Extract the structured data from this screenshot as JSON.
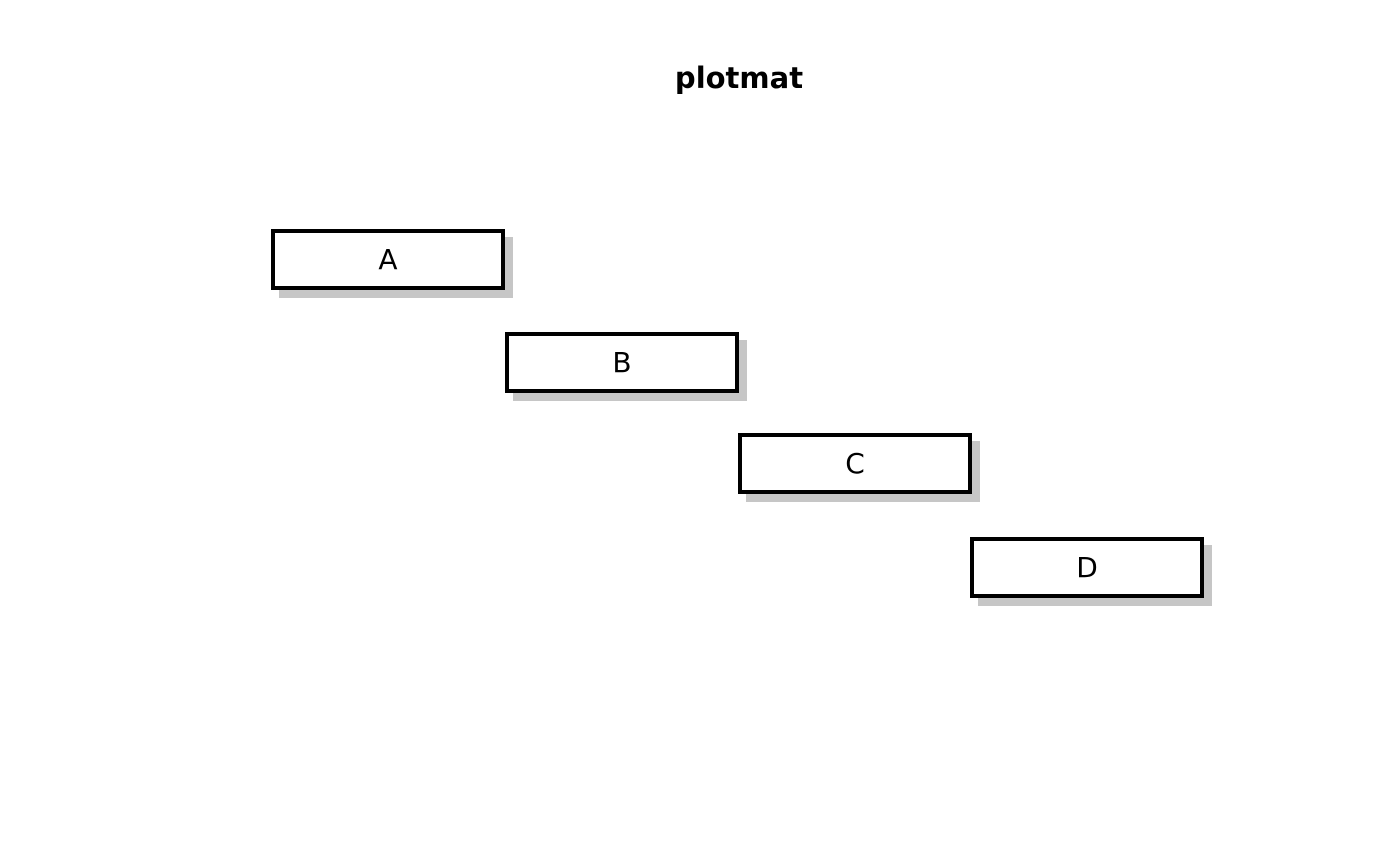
{
  "title": "plotmat",
  "nodes": [
    {
      "label": "A"
    },
    {
      "label": "B"
    },
    {
      "label": "C"
    },
    {
      "label": "D"
    }
  ],
  "colors": {
    "background": "#ffffff",
    "box_fill": "#ffffff",
    "box_border": "#000000",
    "box_shadow": "#c6c6c6",
    "text": "#000000"
  }
}
